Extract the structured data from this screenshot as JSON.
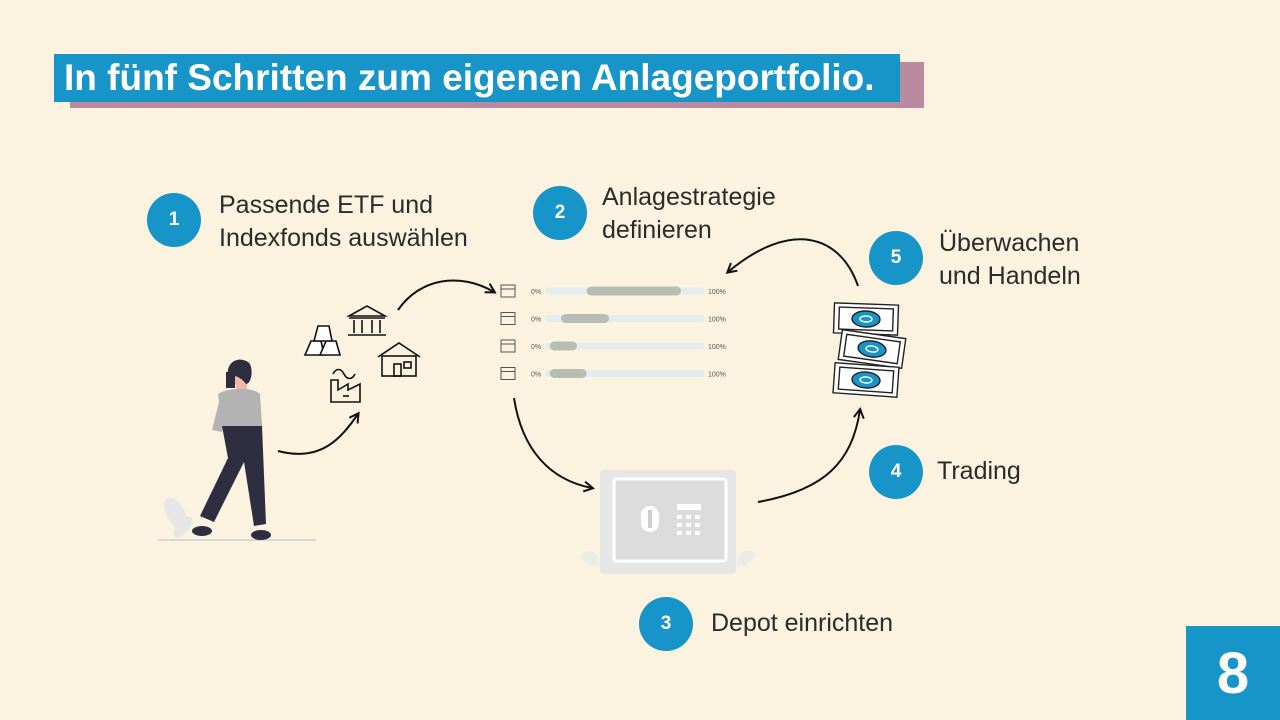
{
  "title": "In fünf Schritten zum eigenen Anlageportfolio.",
  "steps": [
    {
      "number": "1",
      "label": "Passende ETF und\nIndexfonds auswählen"
    },
    {
      "number": "2",
      "label": "Anlagestrategie\ndefinieren"
    },
    {
      "number": "3",
      "label": "Depot einrichten"
    },
    {
      "number": "4",
      "label": "Trading"
    },
    {
      "number": "5",
      "label": "Überwachen\nund Handeln"
    }
  ],
  "allocation": {
    "min_label": "0%",
    "max_label": "100%",
    "rows": [
      {
        "icon": "factory-icon",
        "start": 0.26,
        "end": 0.85
      },
      {
        "icon": "bank-icon",
        "start": 0.1,
        "end": 0.4
      },
      {
        "icon": "house-icon",
        "start": 0.03,
        "end": 0.2
      },
      {
        "icon": "gold-bars-icon",
        "start": 0.03,
        "end": 0.26
      }
    ]
  },
  "logo": "8"
}
